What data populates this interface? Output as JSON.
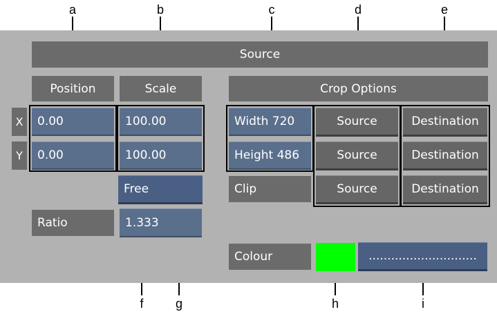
{
  "panel": {
    "source_header": "Source",
    "position_header": "Position",
    "scale_header": "Scale",
    "crop_header": "Crop Options",
    "axis_x": "X",
    "axis_y": "Y",
    "position_x": "0.00",
    "position_y": "0.00",
    "scale_x": "100.00",
    "scale_y": "100.00",
    "scale_mode": "Free",
    "ratio_label": "Ratio",
    "ratio_value": "1.333",
    "width_info": "Width 720",
    "height_info": "Height 486",
    "clip_label": "Clip",
    "source_button": "Source",
    "destination_button": "Destination",
    "colour_label": "Colour",
    "colour_swatch": "#00ff00",
    "colour_value": "............................."
  },
  "callouts": {
    "a": "a",
    "b": "b",
    "c": "c",
    "d": "d",
    "e": "e",
    "f": "f",
    "g": "g",
    "h": "h",
    "i": "i"
  }
}
